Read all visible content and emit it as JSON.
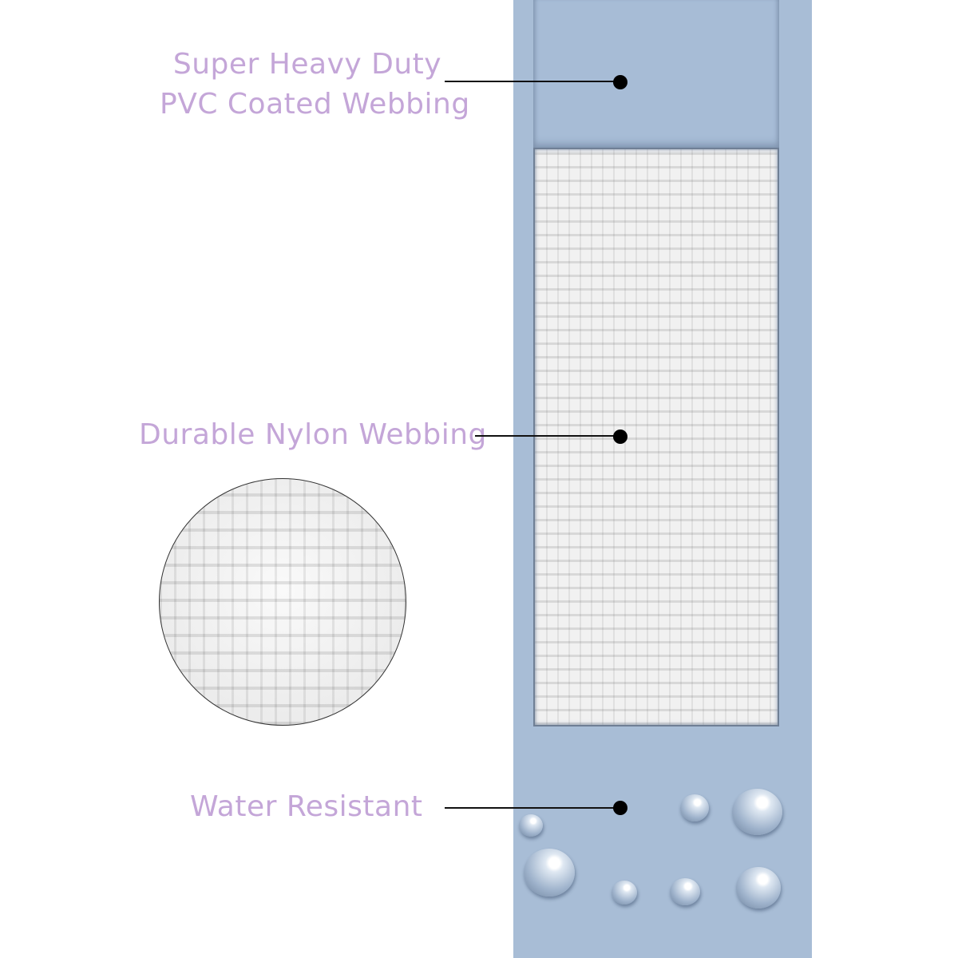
{
  "callouts": {
    "pvc": {
      "line1": "Super Heavy Duty",
      "line2": "PVC Coated Webbing"
    },
    "nylon": {
      "text": "Durable Nylon Webbing"
    },
    "water": {
      "text": "Water Resistant"
    }
  },
  "colors": {
    "strap": "#a8bdd6",
    "label": "#c4a6d8",
    "nylon": "#f1f1f1"
  }
}
